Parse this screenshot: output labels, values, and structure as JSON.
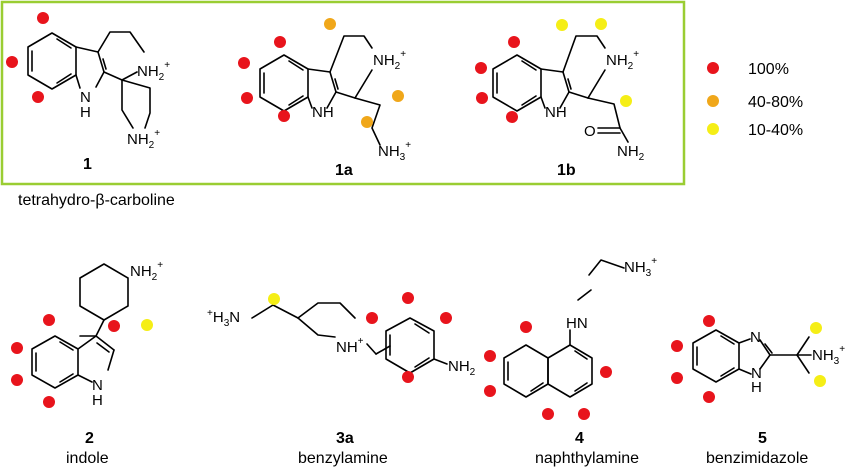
{
  "colors": {
    "frame": "#9ACD32",
    "red": "#E8141C",
    "orange": "#F0A71A",
    "yellow": "#F5EE16"
  },
  "legend": [
    {
      "label": "100%",
      "color": "red"
    },
    {
      "label": "40-80%",
      "color": "orange"
    },
    {
      "label": "10-40%",
      "color": "yellow"
    }
  ],
  "group_label": "tetrahydro-β-carboline",
  "atoms": {
    "NH2": "NH",
    "NH3": "NH",
    "H3N": "H",
    "N": "N",
    "H": "H",
    "O": "O",
    "NH": "NH",
    "HN": "HN",
    "two": "2",
    "three": "3",
    "plus": "+"
  },
  "compounds": {
    "c1": {
      "id": "1",
      "name": ""
    },
    "c1a": {
      "id": "1a",
      "name": ""
    },
    "c1b": {
      "id": "1b",
      "name": ""
    },
    "c2": {
      "id": "2",
      "name": "indole"
    },
    "c3a": {
      "id": "3a",
      "name": "benzylamine"
    },
    "c4": {
      "id": "4",
      "name": "naphthylamine"
    },
    "c5": {
      "id": "5",
      "name": "benzimidazole"
    }
  }
}
